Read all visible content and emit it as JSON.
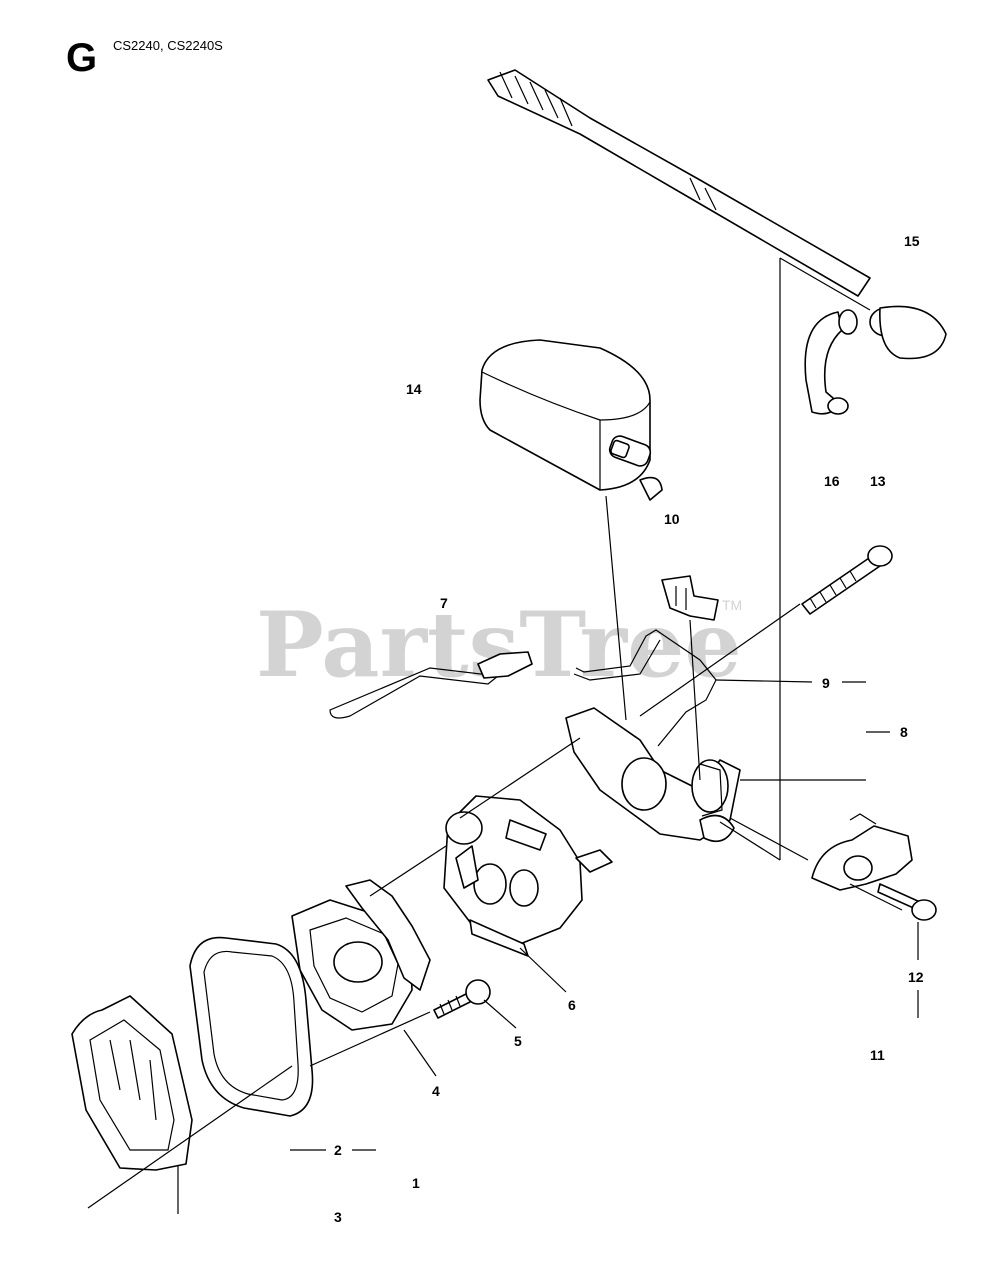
{
  "header": {
    "section_letter": "G",
    "models": "CS2240, CS2240S"
  },
  "watermark": {
    "text": "PartsTree",
    "trademark": "TM"
  },
  "callouts": [
    "1",
    "2",
    "3",
    "4",
    "5",
    "6",
    "7",
    "8",
    "9",
    "10",
    "11",
    "12",
    "13",
    "14",
    "15",
    "16"
  ]
}
